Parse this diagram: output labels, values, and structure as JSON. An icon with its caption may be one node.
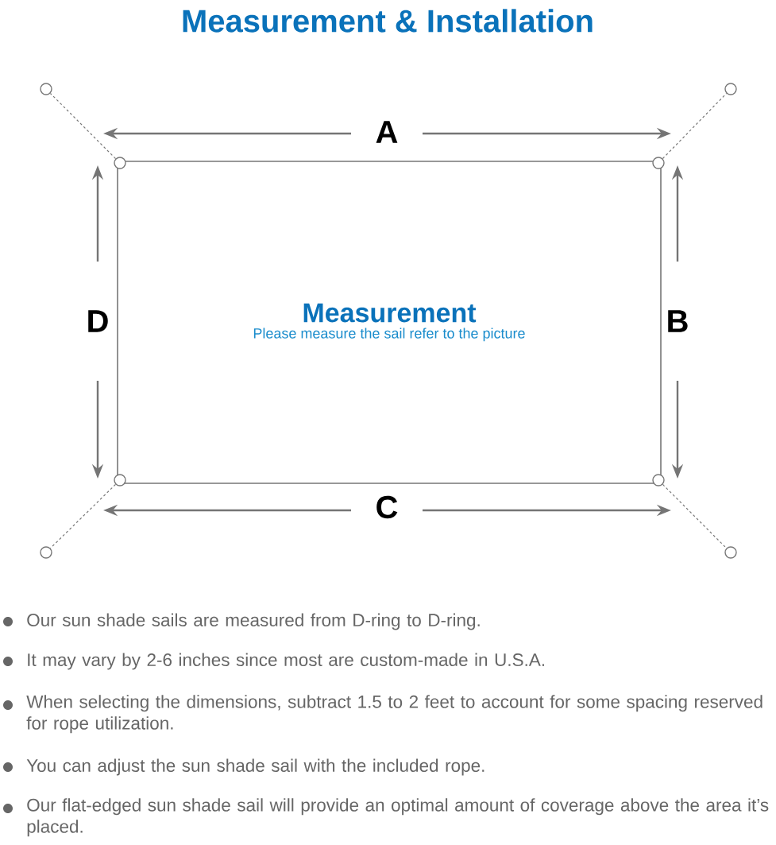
{
  "diagram": {
    "title": "Measurement & Installation",
    "nodes": [
      {
        "text": [
          "Measurement",
          "Please measure the sail refer to the picture"
        ]
      },
      {
        "text": [],
        "shape": "circle"
      },
      {
        "text": [],
        "shape": "circle"
      },
      {
        "text": [],
        "shape": "circle"
      },
      {
        "text": [],
        "shape": "circle"
      },
      {
        "text": [],
        "shape": "circle"
      },
      {
        "text": [],
        "shape": "circle"
      },
      {
        "text": [],
        "shape": "circle"
      },
      {
        "text": [],
        "shape": "circle"
      }
    ],
    "edges": [
      {
        "from": 3,
        "to": 1,
        "arrow": "none",
        "style": "dashed"
      },
      {
        "from": 4,
        "to": 2,
        "arrow": "none",
        "style": "dashed"
      },
      {
        "from": 5,
        "to": 7,
        "arrow": "none",
        "style": "dashed"
      },
      {
        "from": 6,
        "to": 8,
        "arrow": "none",
        "style": "dashed"
      }
    ],
    "labels": [
      "A",
      "D",
      "B",
      "C",
      "Our sun shade sails are measured from D-ring to D-ring.",
      "It may vary by 2-6 inches since most are custom-made in U.S.A.",
      "When selecting the dimensions, subtract 1.5 to 2 feet to account for some spacing reserved for rope utilization.",
      "You can adjust the sun shade sail with the included rope.",
      "Our flat-edged sun shade sail will provide an optimal amount of coverage above the area it’s placed."
    ]
  }
}
